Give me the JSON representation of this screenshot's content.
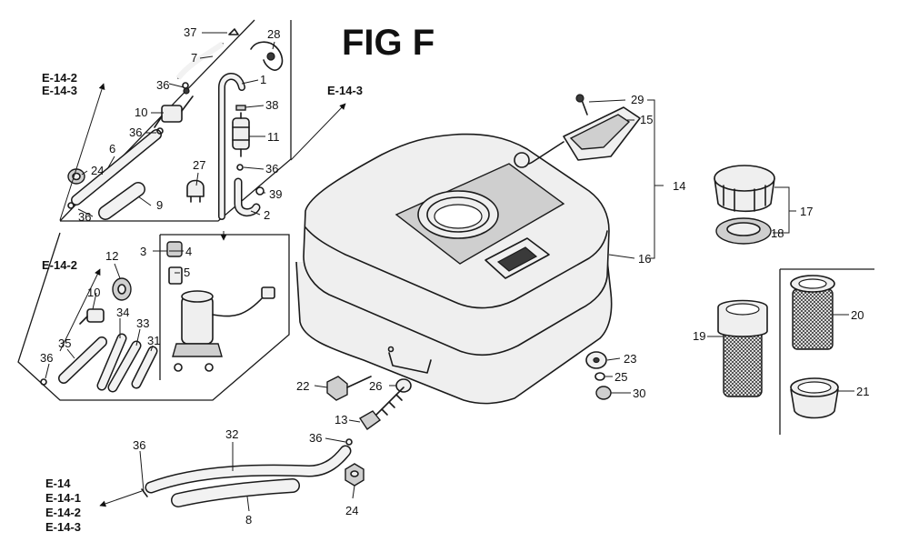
{
  "title": "FIG F",
  "refs": {
    "r1a": "E-14-2",
    "r1b": "E-14-3",
    "r2": "E-14-3",
    "r3": "E-14-2",
    "r4a": "E-14",
    "r4b": "E-14-1",
    "r4c": "E-14-2",
    "r4d": "E-14-3"
  },
  "callouts": {
    "c1": "1",
    "c2": "2",
    "c3": "3",
    "c4": "4",
    "c5": "5",
    "c6": "6",
    "c7": "7",
    "c8": "8",
    "c9": "9",
    "c10a": "10",
    "c10b": "10",
    "c11": "11",
    "c12": "12",
    "c13": "13",
    "c14": "14",
    "c15": "15",
    "c16": "16",
    "c17": "17",
    "c18": "18",
    "c19": "19",
    "c20": "20",
    "c21": "21",
    "c22": "22",
    "c23": "23",
    "c24a": "24",
    "c24b": "24",
    "c25": "25",
    "c26": "26",
    "c27": "27",
    "c28": "28",
    "c29": "29",
    "c30": "30",
    "c31": "31",
    "c32": "32",
    "c33": "33",
    "c34": "34",
    "c35": "35",
    "c36a": "36",
    "c36b": "36",
    "c36c": "36",
    "c36d": "36",
    "c36e": "36",
    "c36f": "36",
    "c36g": "36",
    "c37": "37",
    "c38": "38",
    "c39": "39"
  }
}
